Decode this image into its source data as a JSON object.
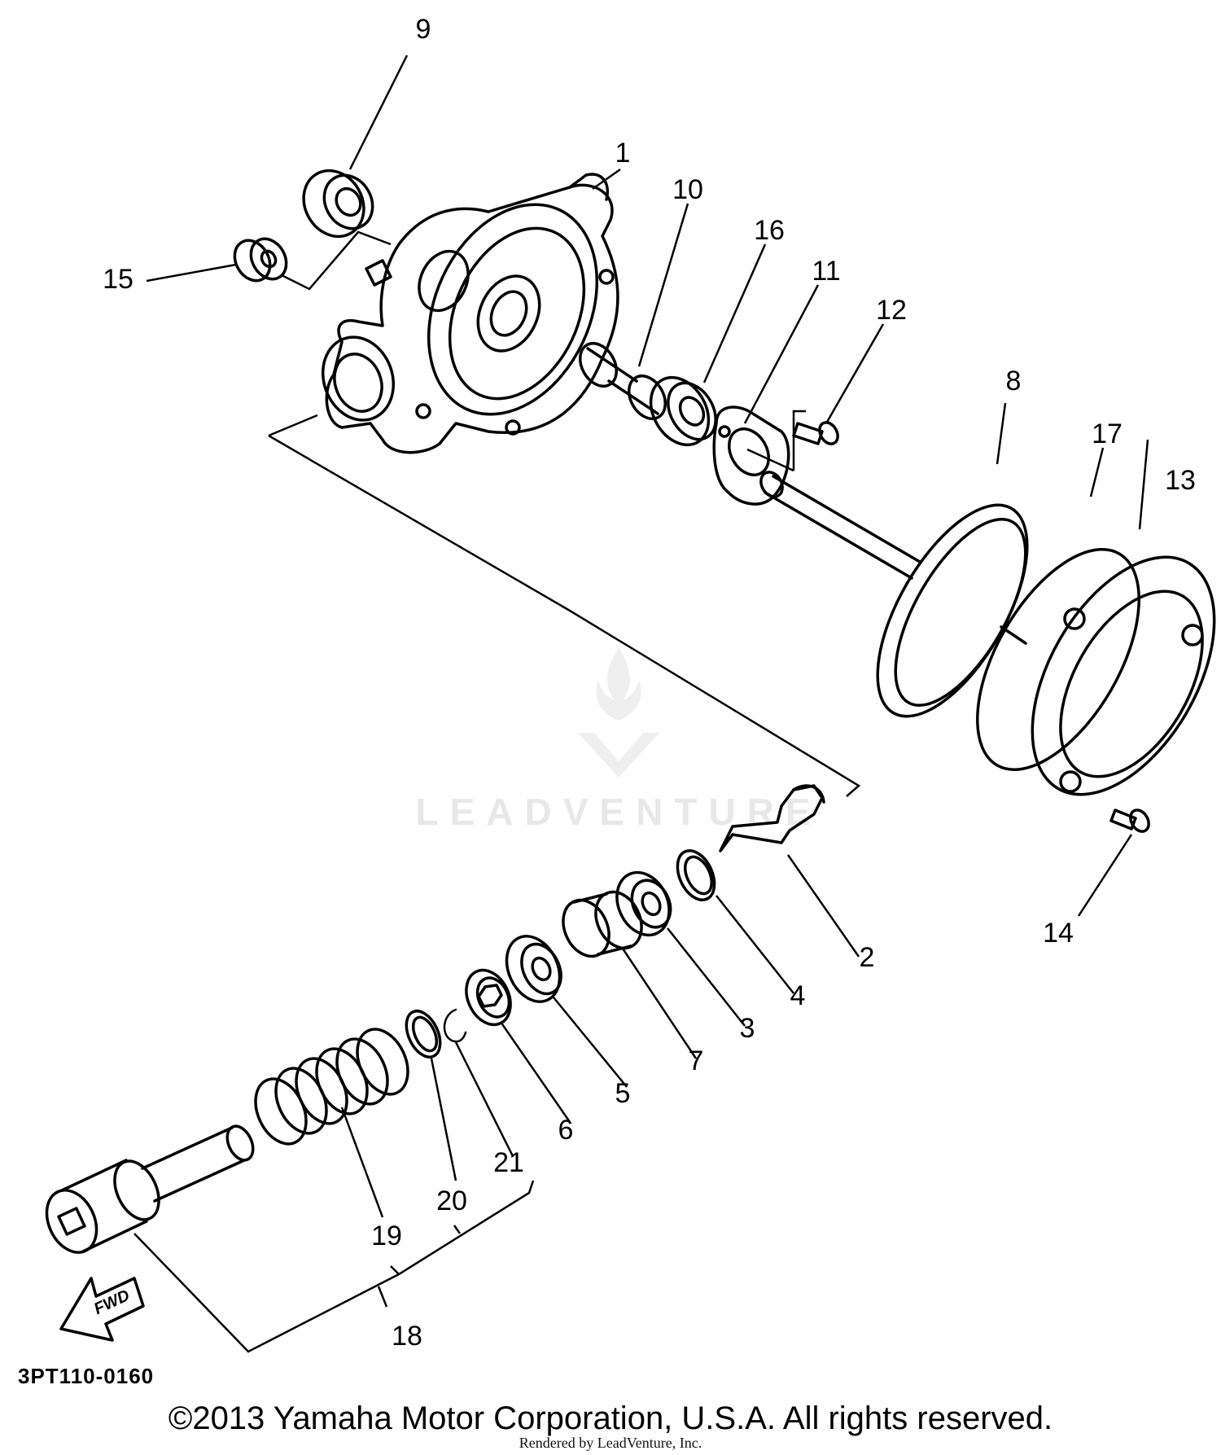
{
  "diagram_code": "3PT110-0160",
  "copyright": "©2013 Yamaha Motor Corporation, U.S.A. All rights reserved.",
  "rendered_by": "Rendered by LeadVenture, Inc.",
  "watermark": "LEADVENTURE",
  "fwd_label": "FWD",
  "part_labels": {
    "p1": "1",
    "p2": "2",
    "p3": "3",
    "p4": "4",
    "p5": "5",
    "p6": "6",
    "p7": "7",
    "p8": "8",
    "p9": "9",
    "p10": "10",
    "p11": "11",
    "p12": "12",
    "p13": "13",
    "p14": "14",
    "p15": "15",
    "p16": "16",
    "p17": "17",
    "p18": "18",
    "p19": "19",
    "p20": "20",
    "p21": "21"
  }
}
